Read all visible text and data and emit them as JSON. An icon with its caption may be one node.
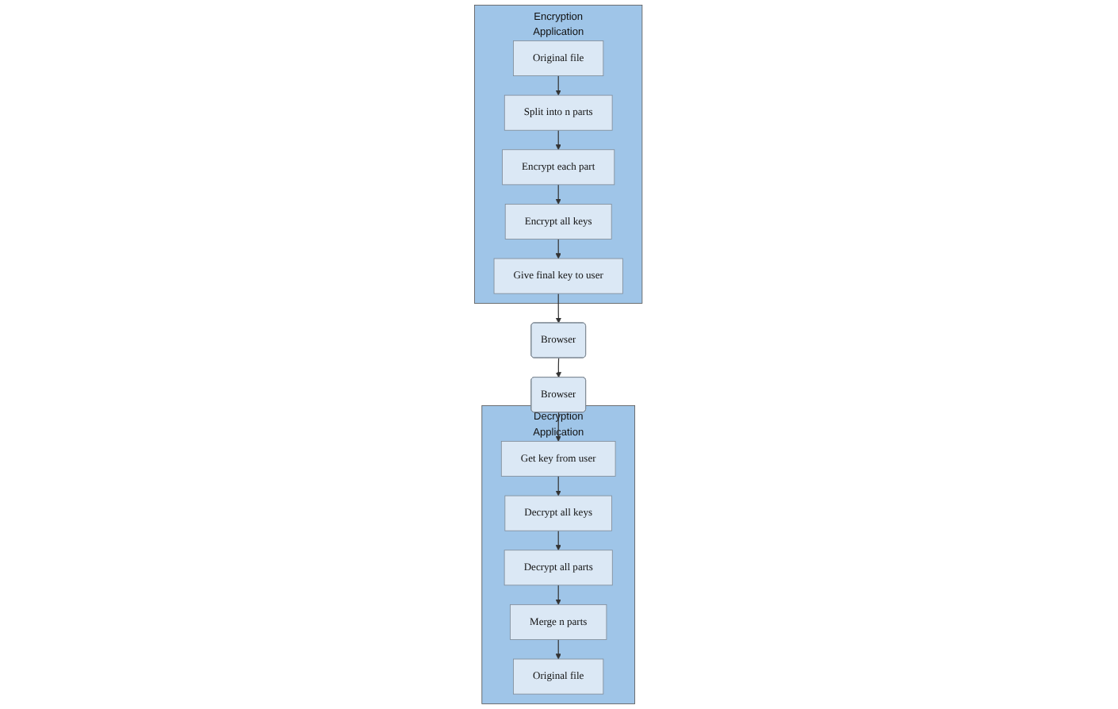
{
  "diagram": {
    "nodes": [
      {
        "text": [
          "Encryption",
          "Application"
        ]
      },
      {
        "text": [
          "Original file"
        ],
        "in": 0
      },
      {
        "text": [
          "Split into n parts"
        ],
        "in": 0
      },
      {
        "text": [
          "Encrypt each part"
        ],
        "in": 0
      },
      {
        "text": [
          "Encrypt all keys"
        ],
        "in": 0
      },
      {
        "text": [
          "Give final key to user"
        ],
        "in": 0
      },
      {
        "text": [
          "Decryption",
          "Application"
        ]
      },
      {
        "text": [
          "Original file"
        ],
        "in": 6
      },
      {
        "text": [
          "Merge n parts"
        ],
        "in": 6
      },
      {
        "text": [
          "Decrypt all parts"
        ],
        "in": 6
      },
      {
        "text": [
          "Decrypt all keys"
        ],
        "in": 6
      },
      {
        "text": [
          "Get key from user"
        ],
        "in": 6
      },
      {
        "text": [
          "Browser"
        ]
      },
      {
        "text": [
          "Browser"
        ]
      }
    ],
    "edges": [
      {
        "from": 1,
        "to": 2,
        "arrow": "to"
      },
      {
        "from": 2,
        "to": 3,
        "arrow": "to"
      },
      {
        "from": 3,
        "to": 4,
        "arrow": "to"
      },
      {
        "from": 4,
        "to": 5,
        "arrow": "to"
      },
      {
        "from": 5,
        "to": 12,
        "arrow": "to"
      },
      {
        "from": 12,
        "to": 13,
        "arrow": "to"
      },
      {
        "from": 13,
        "to": 11,
        "arrow": "to"
      },
      {
        "from": 11,
        "to": 10,
        "arrow": "to"
      },
      {
        "from": 10,
        "to": 9,
        "arrow": "to"
      },
      {
        "from": 9,
        "to": 8,
        "arrow": "to"
      },
      {
        "from": 8,
        "to": 7,
        "arrow": "to"
      }
    ]
  }
}
